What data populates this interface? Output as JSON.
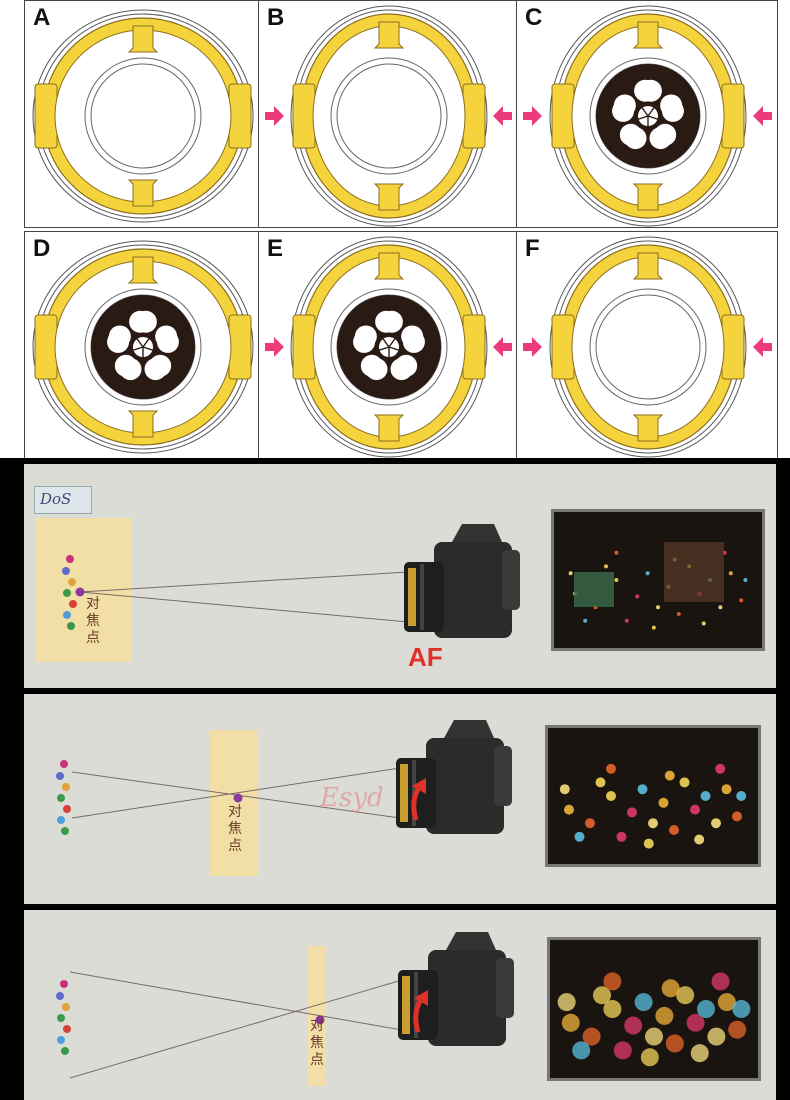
{
  "diagrams": {
    "cells": [
      {
        "label": "A",
        "variant": "round",
        "arrows": false,
        "flower": false
      },
      {
        "label": "B",
        "variant": "oval",
        "arrows": true,
        "flower": false
      },
      {
        "label": "C",
        "variant": "oval",
        "arrows": true,
        "flower": true
      },
      {
        "label": "D",
        "variant": "round",
        "arrows": false,
        "flower": true
      },
      {
        "label": "E",
        "variant": "oval",
        "arrows": true,
        "flower": true
      },
      {
        "label": "F",
        "variant": "oval",
        "arrows": true,
        "flower": false
      }
    ]
  },
  "colors": {
    "ring_yellow": "#f5d33c",
    "ring_outline": "#8a6e1e",
    "arrow_pink": "#ec3a7a",
    "panel_bg": "#dcdcd6",
    "focus_bar": "#f1dfa6",
    "camera_dark": "#2b2b2b"
  },
  "panels": [
    {
      "focus_label": "对焦点",
      "af_label": "AF",
      "watermark": "",
      "logo_text": "DoS",
      "photo": "sharp"
    },
    {
      "focus_label": "对焦点",
      "af_label": "",
      "watermark": "Esyd",
      "logo_text": "",
      "photo": "soft"
    },
    {
      "focus_label": "对焦点",
      "af_label": "",
      "watermark": "",
      "logo_text": "",
      "photo": "bokeh"
    }
  ]
}
